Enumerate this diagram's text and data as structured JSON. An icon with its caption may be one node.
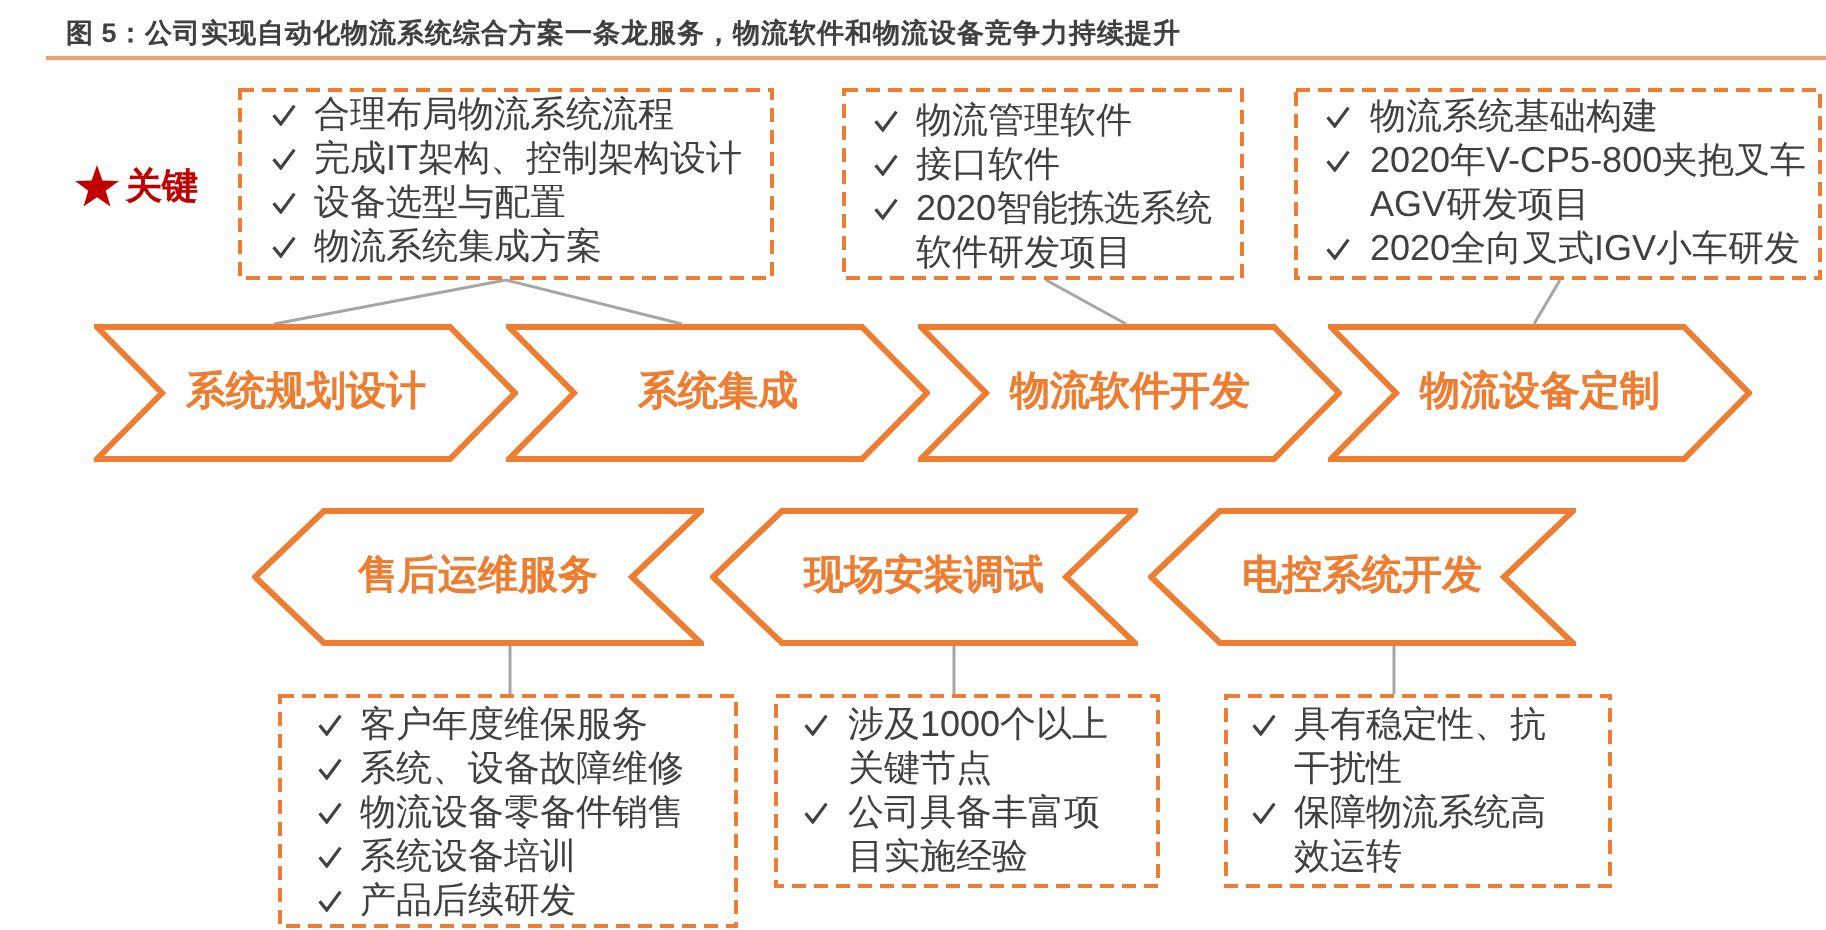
{
  "diagram": {
    "title": "图 5：公司实现自动化物流系统综合方案一条龙服务，物流软件和物流设备竞争力持续提升",
    "nodes": [
      {
        "text": [
          "合理布局物流系统流程",
          "完成IT架构、控制架构设计",
          "设备选型与配置",
          "物流系统集成方案"
        ]
      },
      {
        "text": [
          "物流管理软件",
          "接口软件",
          "2020智能拣选系统软件研发项目"
        ]
      },
      {
        "text": [
          "物流系统基础构建",
          "2020年V-CP5-800夹抱叉车AGV研发项目",
          "2020全向叉式IGV小车研发"
        ]
      },
      {
        "text": [
          "系统规划设计"
        ]
      },
      {
        "text": [
          "系统集成"
        ]
      },
      {
        "text": [
          "物流软件开发"
        ]
      },
      {
        "text": [
          "物流设备定制"
        ]
      },
      {
        "text": [
          "售后运维服务"
        ]
      },
      {
        "text": [
          "现场安装调试"
        ]
      },
      {
        "text": [
          "电控系统开发"
        ]
      },
      {
        "text": [
          "客户年度维保服务",
          "系统、设备故障维修",
          "物流设备零备件销售",
          "系统设备培训",
          "产品后续研发"
        ]
      },
      {
        "text": [
          "涉及1000个以上关键节点",
          "公司具备丰富项目实施经验"
        ]
      },
      {
        "text": [
          "具有稳定性、抗干扰性",
          "保障物流系统高效运转"
        ]
      }
    ],
    "edges": [
      {
        "from": 0,
        "to": 3,
        "arrow": "none"
      },
      {
        "from": 0,
        "to": 4,
        "arrow": "none"
      },
      {
        "from": 1,
        "to": 5,
        "arrow": "none"
      },
      {
        "from": 2,
        "to": 6,
        "arrow": "none"
      },
      {
        "from": 7,
        "to": 10,
        "arrow": "none"
      },
      {
        "from": 8,
        "to": 11,
        "arrow": "none"
      },
      {
        "from": 9,
        "to": 12,
        "arrow": "none"
      }
    ],
    "labels": [
      "关键"
    ]
  }
}
